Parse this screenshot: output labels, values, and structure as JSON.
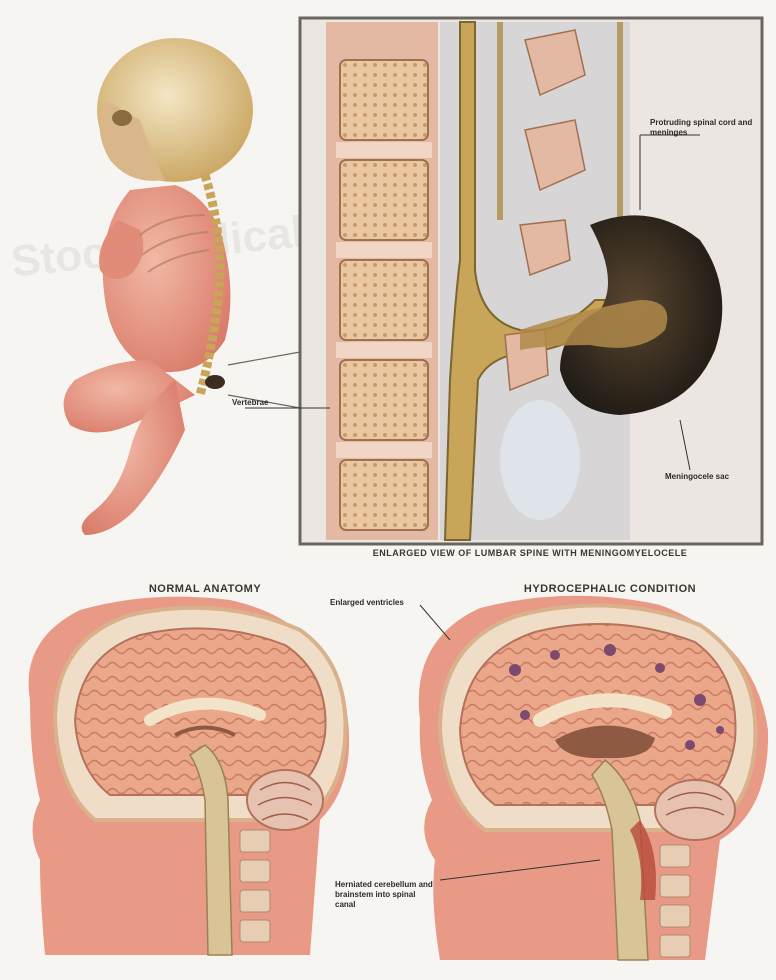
{
  "watermark": {
    "text": "Stock Medical Illustration"
  },
  "panels": {
    "infant": {
      "name": "infant-figure"
    },
    "spine": {
      "caption": "ENLARGED VIEW OF LUMBAR SPINE WITH MENINGOMYELOCELE",
      "callouts": [
        "Protruding spinal cord and meninges",
        "Meningocele sac",
        "Vertebrae"
      ]
    },
    "normal_brain": {
      "caption": "NORMAL ANATOMY"
    },
    "hydro_brain": {
      "caption": "HYDROCEPHALIC CONDITION",
      "callouts": [
        "Enlarged ventricles",
        "Herniated cerebellum and brainstem into spinal canal"
      ]
    }
  },
  "colors": {
    "skin": "#e8927f",
    "bone": "#e7c9a6",
    "cord": "#c9a55a",
    "brain": "#e8a98a",
    "frame": "#6b6560"
  }
}
